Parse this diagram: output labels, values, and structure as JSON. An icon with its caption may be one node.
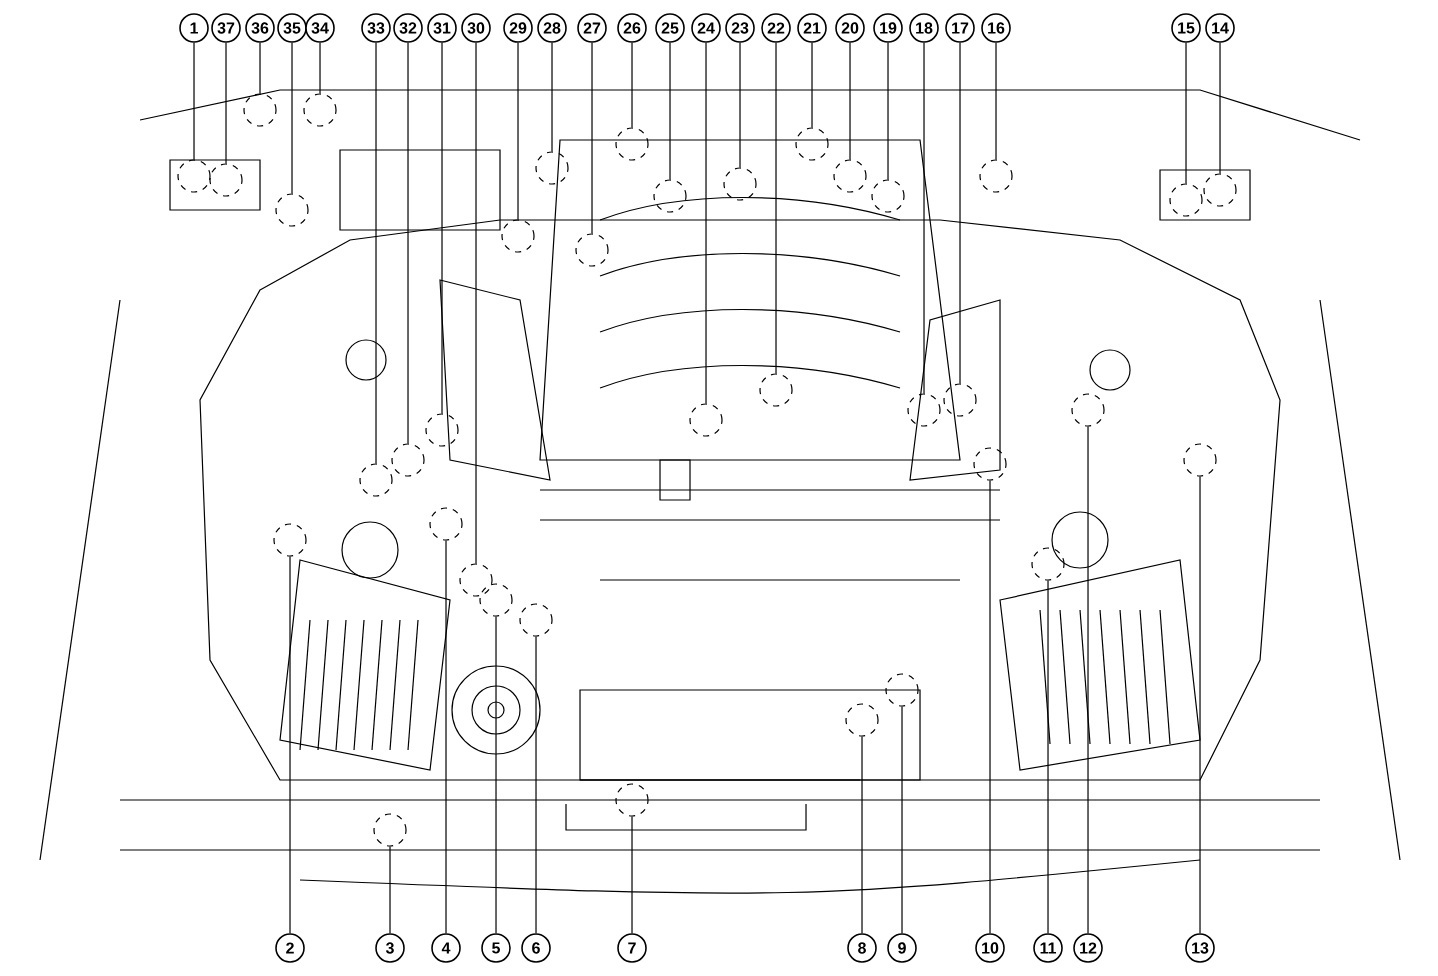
{
  "diagram": {
    "nodes": [
      {
        "text": [
          "1"
        ]
      },
      {
        "text": [
          "37"
        ]
      },
      {
        "text": [
          "36"
        ]
      },
      {
        "text": [
          "35"
        ]
      },
      {
        "text": [
          "34"
        ]
      },
      {
        "text": [
          "33"
        ]
      },
      {
        "text": [
          "32"
        ]
      },
      {
        "text": [
          "31"
        ]
      },
      {
        "text": [
          "30"
        ]
      },
      {
        "text": [
          "29"
        ]
      },
      {
        "text": [
          "28"
        ]
      },
      {
        "text": [
          "27"
        ]
      },
      {
        "text": [
          "26"
        ]
      },
      {
        "text": [
          "25"
        ]
      },
      {
        "text": [
          "24"
        ]
      },
      {
        "text": [
          "23"
        ]
      },
      {
        "text": [
          "22"
        ]
      },
      {
        "text": [
          "21"
        ]
      },
      {
        "text": [
          "20"
        ]
      },
      {
        "text": [
          "19"
        ]
      },
      {
        "text": [
          "18"
        ]
      },
      {
        "text": [
          "17"
        ]
      },
      {
        "text": [
          "16"
        ]
      },
      {
        "text": [
          "15"
        ]
      },
      {
        "text": [
          "14"
        ]
      },
      {
        "text": [
          "2"
        ]
      },
      {
        "text": [
          "3"
        ]
      },
      {
        "text": [
          "4"
        ]
      },
      {
        "text": [
          "5"
        ]
      },
      {
        "text": [
          "6"
        ]
      },
      {
        "text": [
          "7"
        ]
      },
      {
        "text": [
          "8"
        ]
      },
      {
        "text": [
          "9"
        ]
      },
      {
        "text": [
          "10"
        ]
      },
      {
        "text": [
          "11"
        ]
      },
      {
        "text": [
          "12"
        ]
      },
      {
        "text": [
          "13"
        ]
      },
      {
        "text": [],
        "shape": "circle"
      },
      {
        "text": [],
        "shape": "circle"
      },
      {
        "text": [],
        "shape": "circle"
      },
      {
        "text": [],
        "shape": "circle"
      },
      {
        "text": [],
        "shape": "circle"
      },
      {
        "text": [],
        "shape": "circle"
      },
      {
        "text": [],
        "shape": "circle"
      },
      {
        "text": [],
        "shape": "circle"
      },
      {
        "text": [],
        "shape": "circle"
      },
      {
        "text": [],
        "shape": "circle"
      },
      {
        "text": [],
        "shape": "circle"
      },
      {
        "text": [],
        "shape": "circle"
      },
      {
        "text": [],
        "shape": "circle"
      },
      {
        "text": [],
        "shape": "circle"
      },
      {
        "text": [],
        "shape": "circle"
      },
      {
        "text": [],
        "shape": "circle"
      },
      {
        "text": [],
        "shape": "circle"
      },
      {
        "text": [],
        "shape": "circle"
      },
      {
        "text": [],
        "shape": "circle"
      },
      {
        "text": [],
        "shape": "circle"
      },
      {
        "text": [],
        "shape": "circle"
      },
      {
        "text": [],
        "shape": "circle"
      },
      {
        "text": [],
        "shape": "circle"
      },
      {
        "text": [],
        "shape": "circle"
      },
      {
        "text": [],
        "shape": "circle"
      },
      {
        "text": [],
        "shape": "circle"
      },
      {
        "text": [],
        "shape": "circle"
      },
      {
        "text": [],
        "shape": "circle"
      },
      {
        "text": [],
        "shape": "circle"
      },
      {
        "text": [],
        "shape": "circle"
      },
      {
        "text": [],
        "shape": "circle"
      },
      {
        "text": [],
        "shape": "circle"
      },
      {
        "text": [],
        "shape": "circle"
      },
      {
        "text": [],
        "shape": "circle"
      },
      {
        "text": [],
        "shape": "circle"
      },
      {
        "text": [],
        "shape": "circle"
      },
      {
        "text": [],
        "shape": "circle"
      }
    ],
    "edges": [
      {
        "from": 0,
        "to": 37,
        "arrow": "none"
      },
      {
        "from": 1,
        "to": 38,
        "arrow": "none"
      },
      {
        "from": 2,
        "to": 39,
        "arrow": "none"
      },
      {
        "from": 3,
        "to": 41,
        "arrow": "none"
      },
      {
        "from": 4,
        "to": 42,
        "arrow": "none"
      },
      {
        "from": 5,
        "to": 43,
        "arrow": "none"
      },
      {
        "from": 6,
        "to": 45,
        "arrow": "none"
      },
      {
        "from": 7,
        "to": 46,
        "arrow": "none"
      },
      {
        "from": 8,
        "to": 48,
        "arrow": "none"
      },
      {
        "from": 9,
        "to": 50,
        "arrow": "none"
      },
      {
        "from": 10,
        "to": 52,
        "arrow": "none"
      },
      {
        "from": 11,
        "to": 53,
        "arrow": "none"
      },
      {
        "from": 12,
        "to": 54,
        "arrow": "none"
      },
      {
        "from": 13,
        "to": 56,
        "arrow": "none"
      },
      {
        "from": 14,
        "to": 57,
        "arrow": "none"
      },
      {
        "from": 15,
        "to": 58,
        "arrow": "none"
      },
      {
        "from": 16,
        "to": 59,
        "arrow": "none"
      },
      {
        "from": 17,
        "to": 60,
        "arrow": "none"
      },
      {
        "from": 18,
        "to": 61,
        "arrow": "none"
      },
      {
        "from": 19,
        "to": 63,
        "arrow": "none"
      },
      {
        "from": 20,
        "to": 65,
        "arrow": "none"
      },
      {
        "from": 21,
        "to": 66,
        "arrow": "none"
      },
      {
        "from": 22,
        "to": 68,
        "arrow": "none"
      },
      {
        "from": 23,
        "to": 71,
        "arrow": "none"
      },
      {
        "from": 24,
        "to": 73,
        "arrow": "none"
      },
      {
        "from": 25,
        "to": 40,
        "arrow": "none"
      },
      {
        "from": 26,
        "to": 44,
        "arrow": "none"
      },
      {
        "from": 27,
        "to": 47,
        "arrow": "none"
      },
      {
        "from": 28,
        "to": 49,
        "arrow": "none"
      },
      {
        "from": 29,
        "to": 51,
        "arrow": "none"
      },
      {
        "from": 30,
        "to": 55,
        "arrow": "none"
      },
      {
        "from": 31,
        "to": 62,
        "arrow": "none"
      },
      {
        "from": 32,
        "to": 64,
        "arrow": "none"
      },
      {
        "from": 33,
        "to": 67,
        "arrow": "none"
      },
      {
        "from": 34,
        "to": 69,
        "arrow": "none"
      },
      {
        "from": 35,
        "to": 70,
        "arrow": "none"
      },
      {
        "from": 36,
        "to": 72,
        "arrow": "none"
      }
    ]
  }
}
